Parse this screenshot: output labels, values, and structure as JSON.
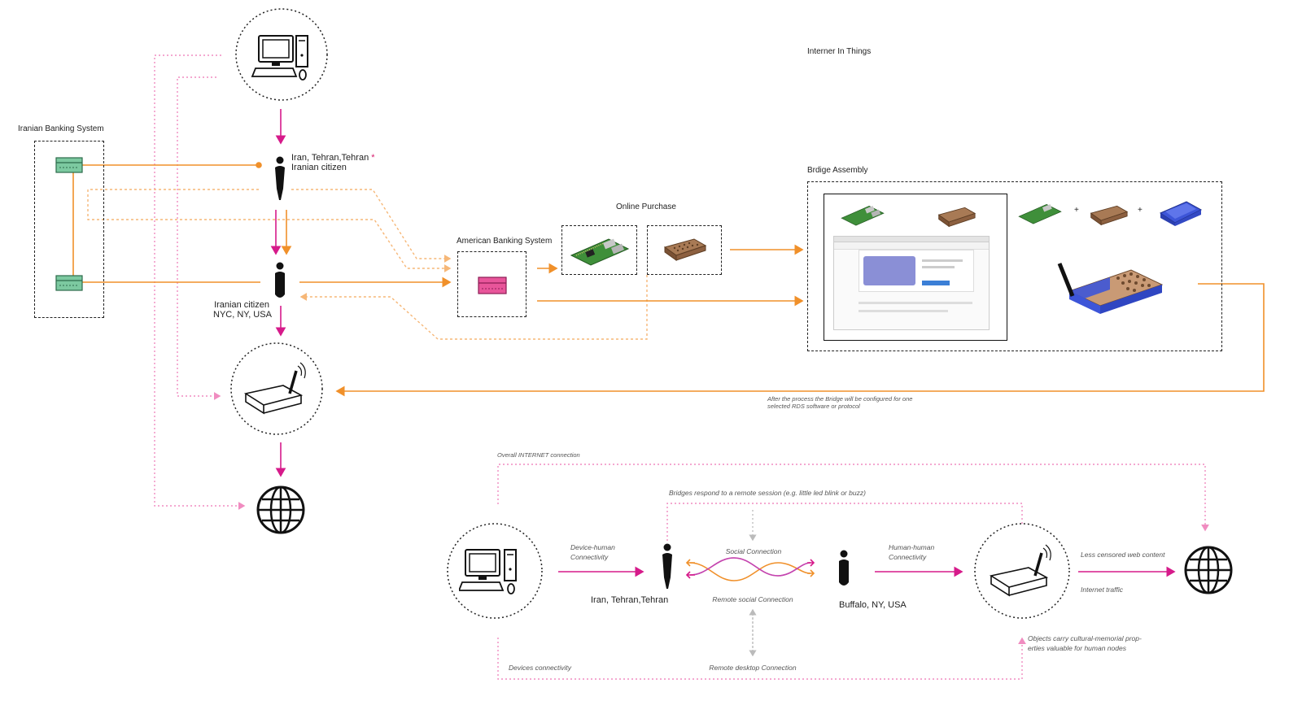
{
  "title": "Interner In Things",
  "iranian_banking": {
    "label": "Iranian Banking System"
  },
  "iran_person": {
    "line1": "Iran, Tehran,Tehran",
    "star": "*",
    "line2": "Iranian citizen"
  },
  "nyc_person": {
    "line1": "Iranian citizen",
    "line2": "NYC, NY, USA"
  },
  "american_banking": {
    "label": "American Banking System"
  },
  "online_purchase": {
    "label": "Online Purchase"
  },
  "bridge_assembly": {
    "label": "Brdige Assembly",
    "plus1": "+",
    "plus2": "+"
  },
  "bridge_note": {
    "line1": "After the process the Bridge will be configured for one",
    "line2": "selected RDS software or protocol"
  },
  "bottom": {
    "overall": "Overall INTERNET connection",
    "bridges_respond": "Bridges respond to a remote session (e.g. little led blink or buzz)",
    "device_human": {
      "line1": "Device-human",
      "line2": "Connectivity"
    },
    "social": "Social Connection",
    "remote_social": "Remote social Connection",
    "human_human": {
      "line1": "Human-human",
      "line2": "Connectivity"
    },
    "less_censored": "Less censored web content",
    "internet_traffic": "Internet traffic",
    "objects_carry": {
      "line1": "Objects carry cultural-memorial prop-",
      "line2": "erties valuable for human nodes"
    },
    "devices_connectivity": "Devices connectivity",
    "remote_desktop": "Remote desktop Connection",
    "iran_location": "Iran, Tehran,Tehran",
    "buffalo_location": "Buffalo, NY, USA"
  },
  "colors": {
    "magenta": "#d61a8a",
    "orange": "#f0902a",
    "pink_dotted": "#f08cc0",
    "green_card": "#7cc9a0",
    "pink_card": "#e8559a"
  }
}
